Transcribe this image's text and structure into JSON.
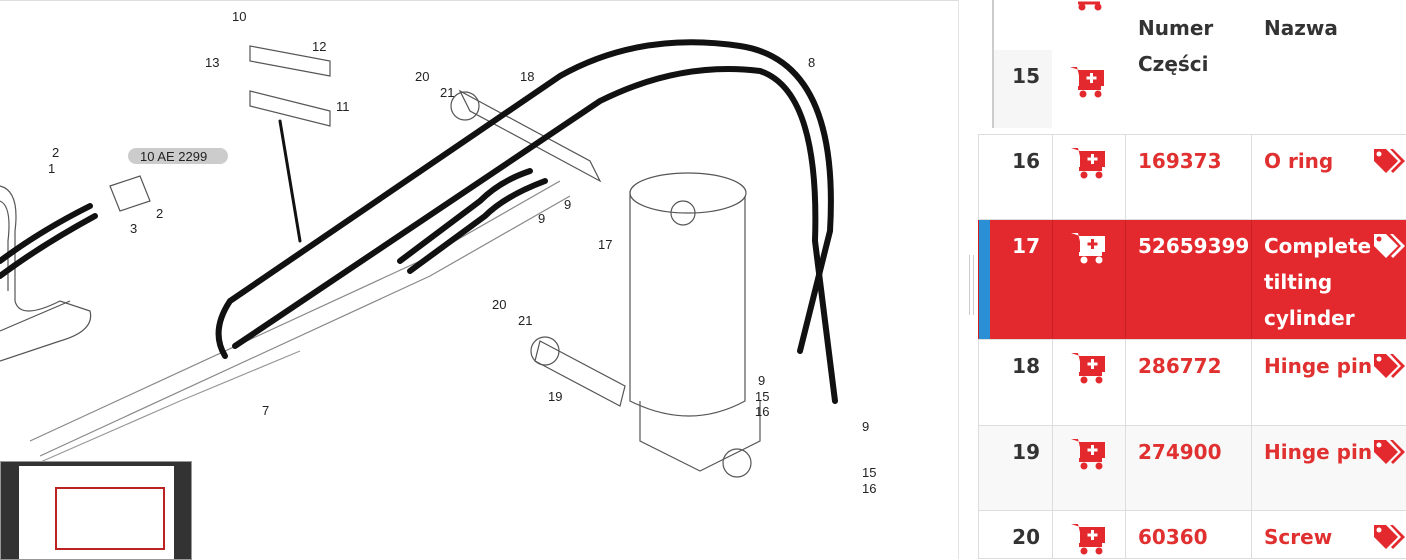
{
  "diagram": {
    "reference_label": "10 AE 2299",
    "callouts": [
      "10",
      "12",
      "13",
      "11",
      "20",
      "21",
      "18",
      "8",
      "2",
      "1",
      "2",
      "3",
      "9",
      "9",
      "17",
      "20",
      "21",
      "19",
      "7",
      "9",
      "15",
      "16",
      "9",
      "15",
      "16"
    ]
  },
  "table": {
    "headers": {
      "number": "Numer Części",
      "name": "Nazwa"
    },
    "partial_row_pos": "15",
    "rows": [
      {
        "pos": "16",
        "part_number": "169373",
        "name": "O ring"
      },
      {
        "pos": "17",
        "part_number": "52659399",
        "name": "Complete tilting cylinder",
        "selected": true
      },
      {
        "pos": "18",
        "part_number": "286772",
        "name": "Hinge pin"
      },
      {
        "pos": "19",
        "part_number": "274900",
        "name": "Hinge pin"
      },
      {
        "pos": "20",
        "part_number": "60360",
        "name": "Screw"
      }
    ]
  },
  "colors": {
    "accent": "#e3292e",
    "selection_bar": "#2b8fd6"
  },
  "icons": {
    "cart": "add-to-cart-icon",
    "tag": "price-tag-icon"
  }
}
